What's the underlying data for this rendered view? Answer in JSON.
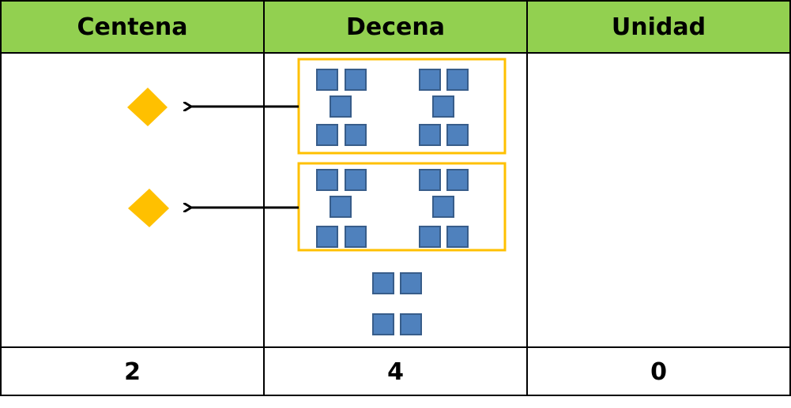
{
  "table": {
    "headers": [
      "Centena",
      "Decena",
      "Unidad"
    ],
    "values": [
      "2",
      "4",
      "0"
    ]
  },
  "colors": {
    "header_bg": "#92d050",
    "block_fill": "#4f81bd",
    "block_stroke": "#385d8a",
    "group_border": "#ffc000",
    "diamond": "#ffc000",
    "arrow": "#000000",
    "grid_line": "#000000"
  },
  "diagram": {
    "groups_of_ten": 2,
    "loose_tens": 4,
    "hundreds_formed": 2
  }
}
